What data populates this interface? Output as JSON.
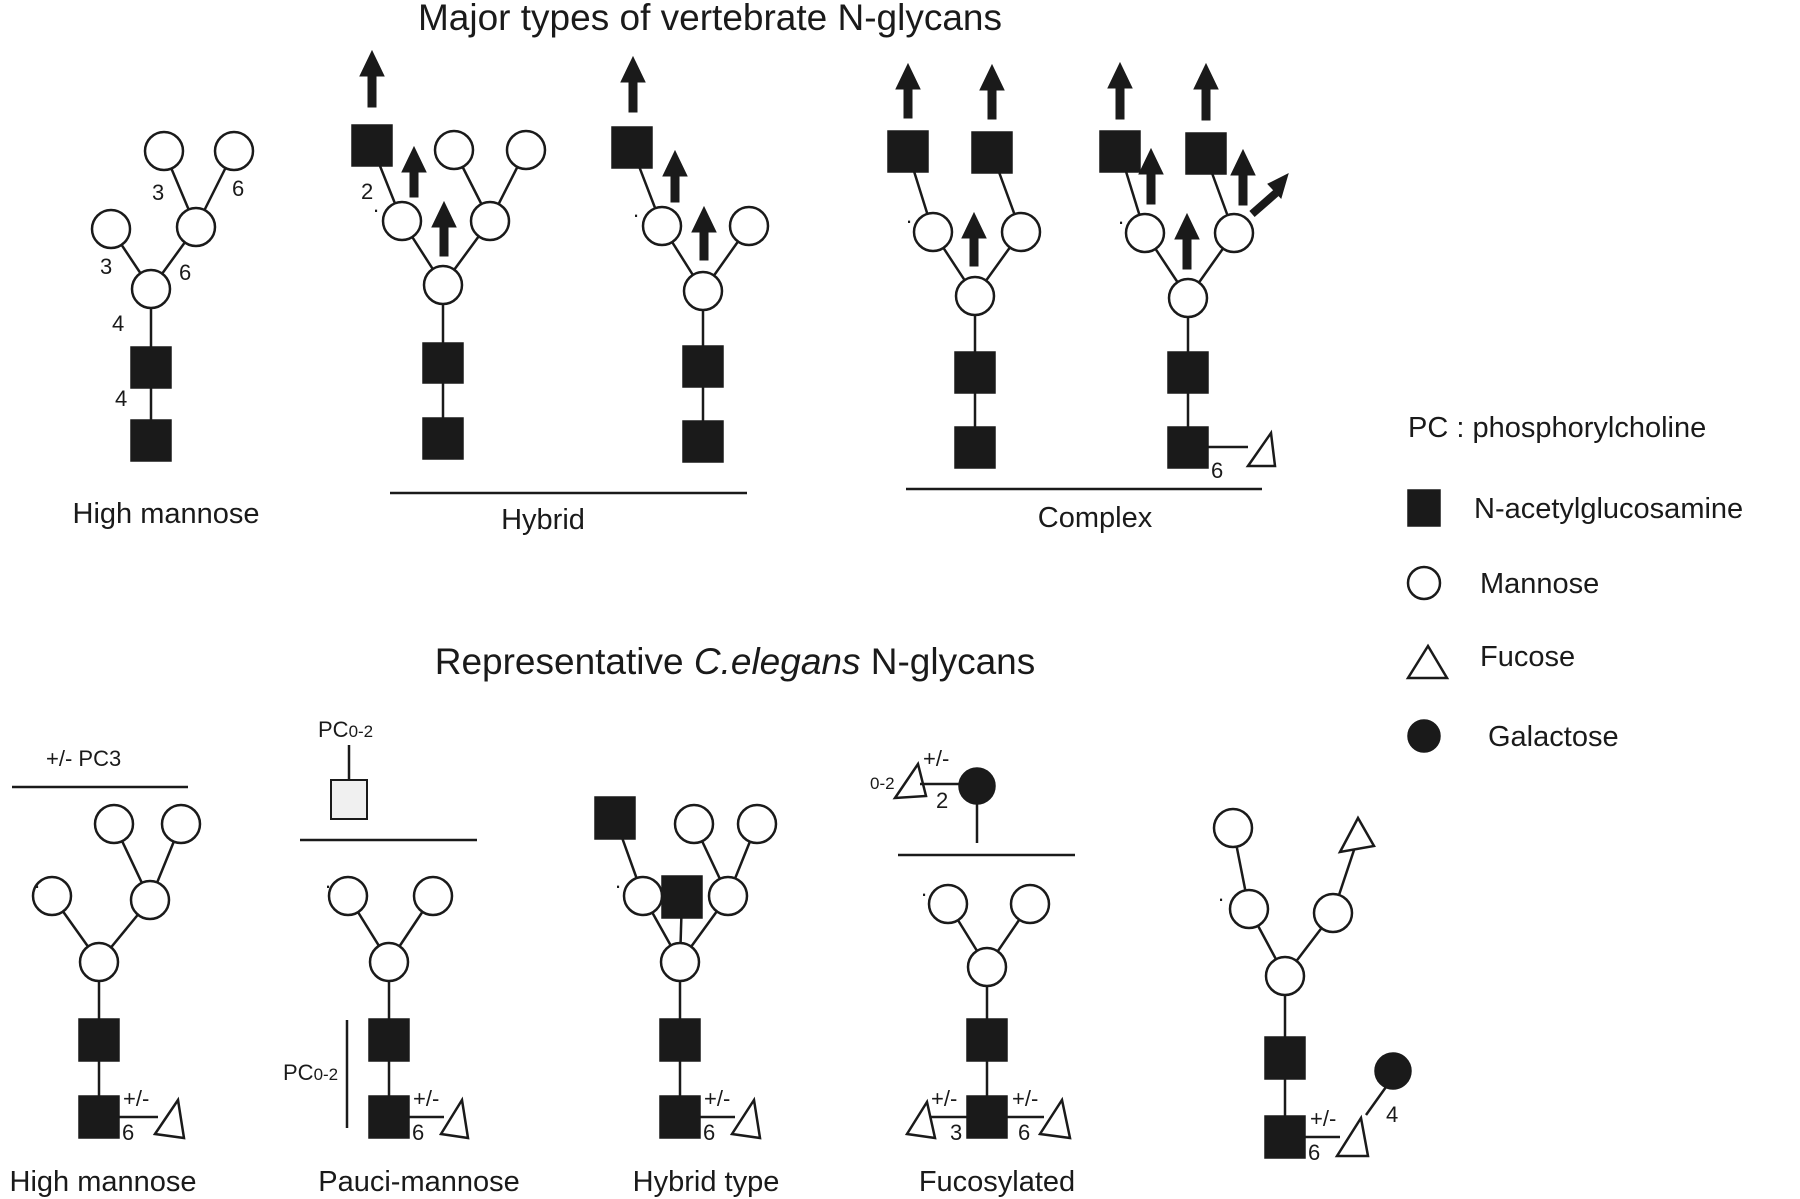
{
  "titles": {
    "vertebrate_pre": "Major types of vertebrate N-glycans",
    "celegans_pre": "Representative ",
    "celegans_italic": "C.elegans",
    "celegans_post": " N-glycans"
  },
  "vertebrate_labels": {
    "high_mannose": "High mannose",
    "hybrid": "Hybrid",
    "complex": "Complex"
  },
  "celegans_labels": {
    "high_mannose": "High mannose",
    "pauci_mannose": "Pauci-mannose",
    "hybrid_type": "Hybrid type",
    "fucosylated": "Fucosylated"
  },
  "annotations": {
    "pm_pc3": "+/- PC3",
    "pc": "PC",
    "pc_sub": "0-2",
    "plus_minus": "+/-",
    "sub_02": "0-2",
    "n2": "2",
    "n3": "3",
    "n4": "4",
    "n6": "6",
    "dot": "."
  },
  "legend": {
    "pc_def": "PC : phosphorylcholine",
    "glcnac": "N-acetylglucosamine",
    "mannose": "Mannose",
    "fucose": "Fucose",
    "galactose": "Galactose"
  },
  "colors": {
    "ink": "#1a1a1a",
    "background": "#ffffff",
    "pc_fill": "#f0f0f0"
  }
}
